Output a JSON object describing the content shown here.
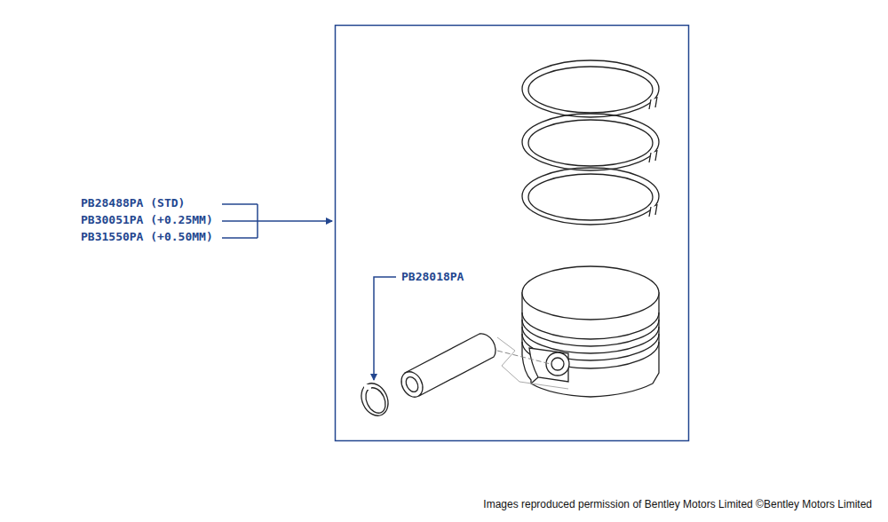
{
  "diagram": {
    "labels": [
      "PB28488PA (STD)",
      "PB30051PA (+0.25MM)",
      "PB31550PA (+0.50MM)",
      "PB28018PA",
      "Images reproduced permission of Bentley Motors Limited ©Bentley Motors Limited"
    ]
  }
}
